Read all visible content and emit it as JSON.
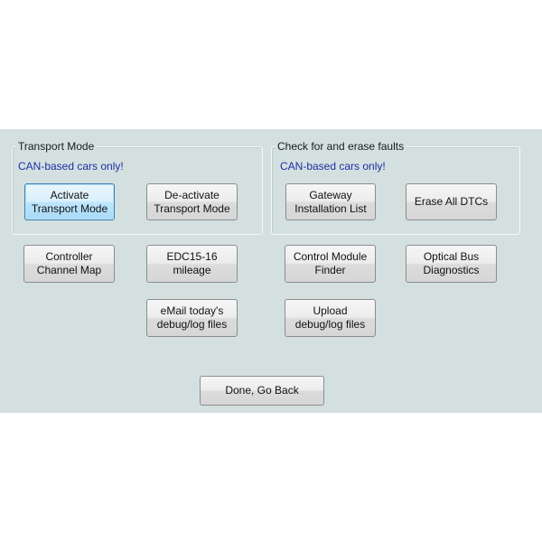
{
  "transport_group": {
    "title": "Transport Mode",
    "note": "CAN-based cars only!",
    "activate_label": "Activate\nTransport Mode",
    "deactivate_label": "De-activate\nTransport Mode"
  },
  "faults_group": {
    "title": "Check for and erase faults",
    "note": "CAN-based cars only!",
    "gateway_label": "Gateway\nInstallation List",
    "erase_label": "Erase All DTCs"
  },
  "buttons": {
    "controller_channel_map": "Controller\nChannel Map",
    "edc_mileage": "EDC15-16\nmileage",
    "control_module_finder": "Control Module\nFinder",
    "optical_bus_diagnostics": "Optical Bus\nDiagnostics",
    "email_logs": "eMail today's\ndebug/log files",
    "upload_logs": "Upload\ndebug/log files",
    "done": "Done, Go Back"
  }
}
